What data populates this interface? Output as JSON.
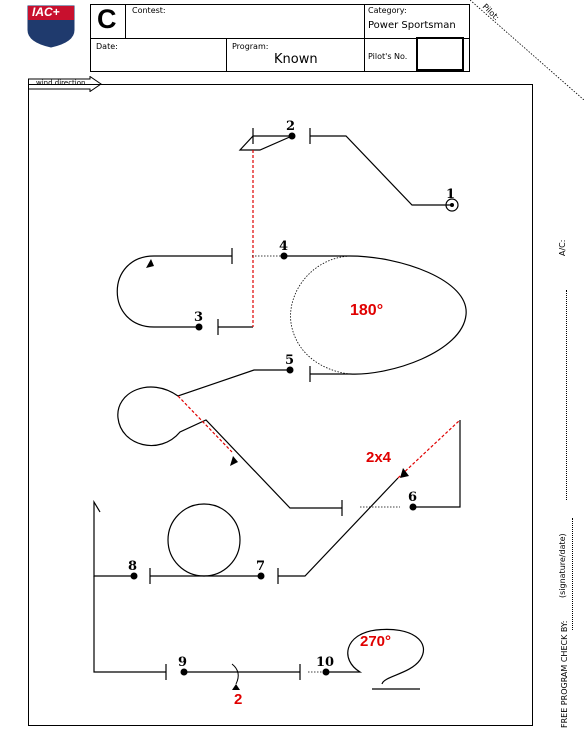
{
  "logo": {
    "text": "IAC+"
  },
  "header": {
    "category_letter": "C",
    "contest_label": "Contest:",
    "contest_value": "",
    "category_label": "Category:",
    "category_value": "Power Sportsman",
    "date_label": "Date:",
    "program_label": "Program:",
    "program_value": "Known",
    "pilot_no_label": "Pilot's No.",
    "pilot_corner_label": "Pilot:"
  },
  "wind_direction_label": "wind direction",
  "figures": [
    {
      "number": "1"
    },
    {
      "number": "2"
    },
    {
      "number": "3"
    },
    {
      "number": "4"
    },
    {
      "number": "5"
    },
    {
      "number": "6"
    },
    {
      "number": "7"
    },
    {
      "number": "8"
    },
    {
      "number": "9"
    },
    {
      "number": "10"
    }
  ],
  "annotations": {
    "deg180": "180°",
    "roll2x4": "2x4",
    "deg270": "270°",
    "roll2": "2"
  },
  "sidebar": {
    "ac_label": "A/C:",
    "signature_label": "(signature/date)",
    "free_program_label": "FREE PROGRAM CHECK BY:"
  }
}
